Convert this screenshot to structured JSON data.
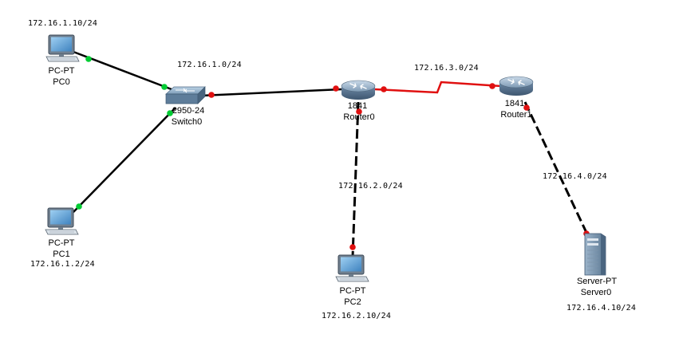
{
  "devices": {
    "pc0": {
      "type": "PC-PT",
      "name": "PC0",
      "ip": "172.16.1.10/24"
    },
    "pc1": {
      "type": "PC-PT",
      "name": "PC1",
      "ip": "172.16.1.2/24"
    },
    "pc2": {
      "type": "PC-PT",
      "name": "PC2",
      "ip": "172.16.2.10/24"
    },
    "server0": {
      "type": "Server-PT",
      "name": "Server0",
      "ip": "172.16.4.10/24"
    },
    "switch0": {
      "type": "2950-24",
      "name": "Switch0"
    },
    "router0": {
      "type": "1841",
      "name": "Router0"
    },
    "router1": {
      "type": "1841",
      "name": "Router1"
    }
  },
  "networks": {
    "lan1": "172.16.1.0/24",
    "lan2": "172.16.2.0/24",
    "wan": "172.16.3.0/24",
    "lan4": "172.16.4.0/24"
  },
  "colors": {
    "link_up": "#00cc33",
    "link_down": "#e01010",
    "serial": "#e01010",
    "cable": "#000000"
  },
  "icons": {
    "pc": "desktop-computer-icon",
    "server": "tower-server-icon",
    "switch": "workgroup-switch-icon",
    "router": "router-icon"
  }
}
